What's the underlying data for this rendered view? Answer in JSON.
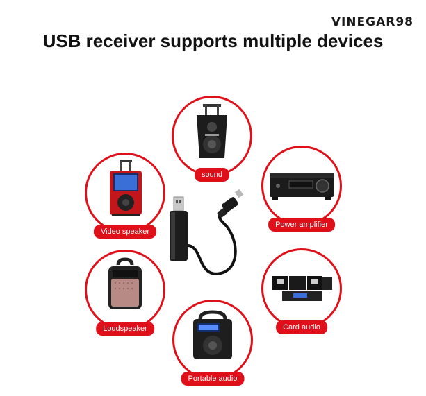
{
  "brand": "VINEGAR98",
  "headline": "USB receiver supports multiple devices",
  "devices": [
    {
      "label": "sound",
      "icon": "trolley-speaker-icon"
    },
    {
      "label": "Video speaker",
      "icon": "video-speaker-icon"
    },
    {
      "label": "Power amplifier",
      "icon": "power-amplifier-icon"
    },
    {
      "label": "Loudspeaker",
      "icon": "loudspeaker-icon"
    },
    {
      "label": "Card audio",
      "icon": "card-audio-icon"
    },
    {
      "label": "Portable audio",
      "icon": "portable-audio-icon"
    }
  ],
  "colors": {
    "accent": "#e0101a"
  }
}
